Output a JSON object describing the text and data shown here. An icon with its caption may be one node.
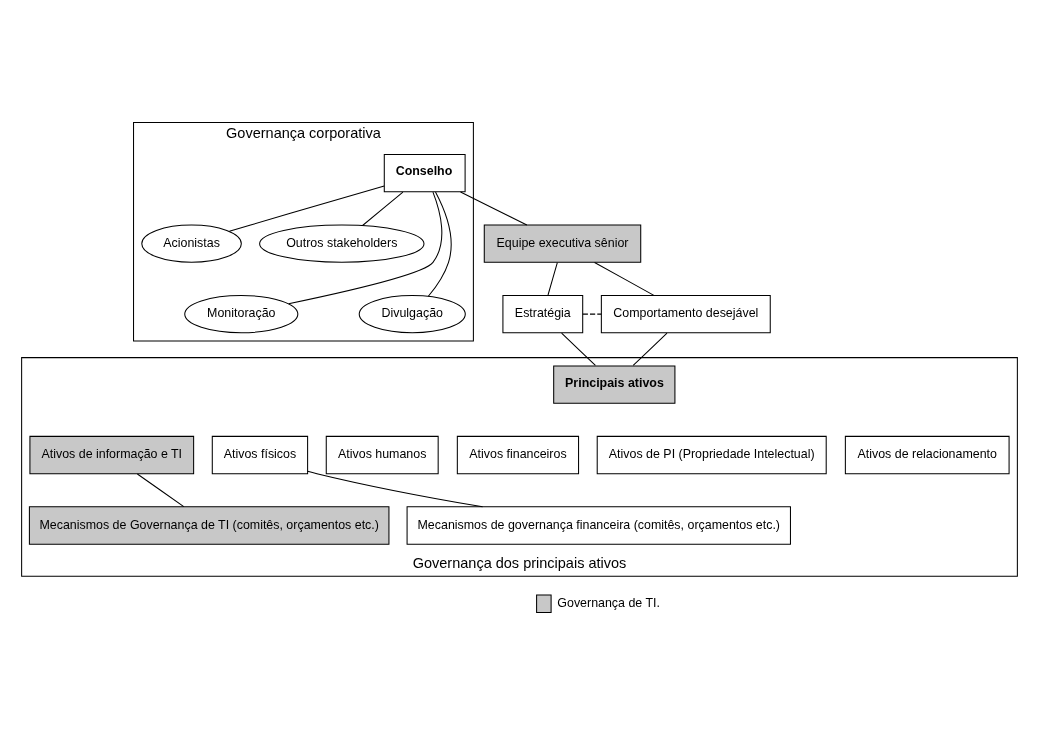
{
  "diagram": {
    "nodes": [
      {
        "text": [
          "Governança corporativa"
        ]
      },
      {
        "text": [
          "Acionistas"
        ],
        "in": 0
      },
      {
        "text": [
          "Outros stakeholders"
        ],
        "in": 0
      },
      {
        "text": [
          "Conselho"
        ],
        "in": 0
      },
      {
        "text": [
          "Monitoração"
        ],
        "in": 0
      },
      {
        "text": [
          "Divulgação"
        ],
        "in": 0
      },
      {
        "text": [
          "Governança dos principais ativos"
        ]
      },
      {
        "text": [
          "Equipe executiva sênior"
        ]
      },
      {
        "text": [
          "Estratégia"
        ]
      },
      {
        "text": [
          "Comportamento desejável"
        ]
      },
      {
        "text": [
          "Principais ativos"
        ],
        "in": 6
      },
      {
        "text": [
          "Ativos humanos"
        ],
        "in": 6
      },
      {
        "text": [
          "Ativos financeiros"
        ],
        "in": 6
      },
      {
        "text": [
          "Ativos físicos"
        ],
        "in": 6
      },
      {
        "text": [
          "Ativos de PI (Propriedade Intelectual)"
        ],
        "in": 6
      },
      {
        "text": [
          "Ativos de informação e TI"
        ],
        "in": 6
      },
      {
        "text": [
          "Ativos de relacionamento"
        ],
        "in": 6
      },
      {
        "text": [
          "Mecanismos de governança financeira (comitês, orçamentos etc.)"
        ],
        "in": 6
      },
      {
        "text": [
          "Mecanismos de Governança de TI (comitês, orçamentos etc.)"
        ],
        "in": 6
      }
    ],
    "edges": [
      {
        "from": 3,
        "to": 1,
        "arrow": "none"
      },
      {
        "from": 3,
        "to": 2,
        "arrow": "none"
      },
      {
        "from": 3,
        "to": 4,
        "arrow": "none"
      },
      {
        "from": 3,
        "to": 5,
        "arrow": "none"
      },
      {
        "from": 3,
        "to": 7,
        "arrow": "none"
      },
      {
        "from": 7,
        "to": 8,
        "arrow": "none"
      },
      {
        "from": 7,
        "to": 9,
        "arrow": "none"
      },
      {
        "from": 8,
        "to": 9,
        "arrow": "none",
        "style": "dashed"
      },
      {
        "from": 8,
        "to": 10,
        "arrow": "none"
      },
      {
        "from": 9,
        "to": 10,
        "arrow": "none"
      },
      {
        "from": 13,
        "to": 17,
        "arrow": "none"
      },
      {
        "from": 15,
        "to": 18,
        "arrow": "none"
      }
    ],
    "legend": [
      {
        "text": "Governança de TI.",
        "color": "#c8c8c8"
      }
    ]
  }
}
